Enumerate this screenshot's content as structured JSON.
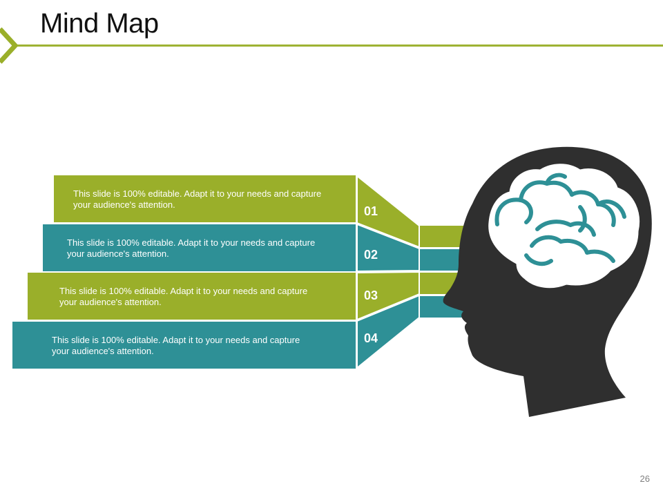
{
  "slide": {
    "title": "Mind Map",
    "page_number": "26"
  },
  "colors": {
    "green": "#9AAF2A",
    "teal": "#2E9096",
    "head": "#2F2F2F",
    "brain": "#2E9096"
  },
  "items": [
    {
      "number": "01",
      "text": "This slide is 100% editable. Adapt it to your needs and capture your audience's attention.",
      "color": "green"
    },
    {
      "number": "02",
      "text": "This slide is 100% editable. Adapt it to your needs and capture your audience's attention.",
      "color": "teal"
    },
    {
      "number": "03",
      "text": "This slide is 100% editable. Adapt it to your needs and capture your audience's attention.",
      "color": "green"
    },
    {
      "number": "04",
      "text": "This slide is 100% editable. Adapt it to your needs and capture your audience's attention.",
      "color": "teal"
    }
  ]
}
